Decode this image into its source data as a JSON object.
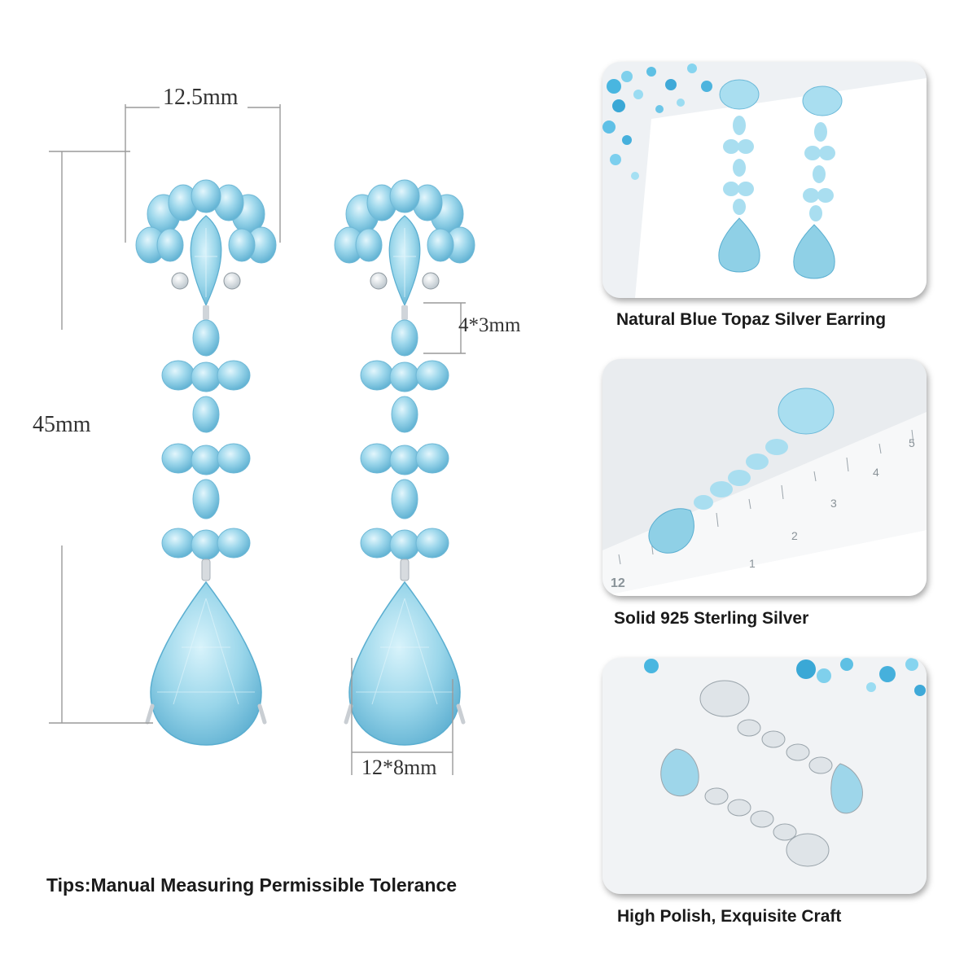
{
  "measurements": {
    "width": "12.5mm",
    "height": "45mm",
    "link": "4*3mm",
    "drop": "12*8mm"
  },
  "tips": "Tips:Manual Measuring Permissible Tolerance",
  "panels": [
    {
      "caption": "Natural Blue Topaz Silver Earring"
    },
    {
      "caption": "Solid 925 Sterling Silver"
    },
    {
      "caption": "High Polish, Exquisite Craft"
    }
  ],
  "ruler_numbers": [
    "12",
    "1",
    "2",
    "3",
    "4",
    "5"
  ],
  "colors": {
    "topaz": "#8fd0e6",
    "topaz_dark": "#5fb3d3",
    "topaz_light": "#c6ecf7",
    "silver": "#d9dde2",
    "dimension_line": "#9a9a9a"
  }
}
